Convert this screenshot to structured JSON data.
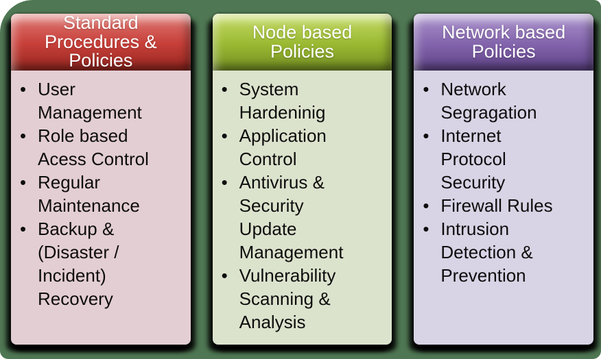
{
  "panel": {
    "background_color": "#4f7753"
  },
  "bullet_glyph": "•",
  "cards": [
    {
      "id": "standard-procedures-policies",
      "title": "Standard\nProcedures &\nPolicies",
      "header_colors": {
        "light": "#df7b76",
        "main": "#c8403a",
        "dark": "#96261f"
      },
      "body_color": "#e3ced3",
      "items": [
        "User\nManagement",
        "Role based\nAcess Control",
        "Regular\nMaintenance",
        "Backup &\n(Disaster /\nIncident)\nRecovery"
      ]
    },
    {
      "id": "node-based-policies",
      "title": "Node based\nPolicies",
      "header_colors": {
        "light": "#c6dc6a",
        "main": "#9cba33",
        "dark": "#748f22"
      },
      "body_color": "#dce3cd",
      "items": [
        "System\nHardeninig",
        "Application\nControl",
        "Antivirus &\nSecurity\nUpdate\nManagement",
        "Vulnerability\nScanning &\nAnalysis"
      ]
    },
    {
      "id": "network-based-policies",
      "title": "Network based\nPolicies",
      "header_colors": {
        "light": "#ab94cc",
        "main": "#8465ad",
        "dark": "#5d4286"
      },
      "body_color": "#d8d4e5",
      "items": [
        "Network\nSegragation",
        "Internet\nProtocol\nSecurity",
        "Firewall Rules",
        "Intrusion\nDetection &\nPrevention"
      ]
    }
  ]
}
